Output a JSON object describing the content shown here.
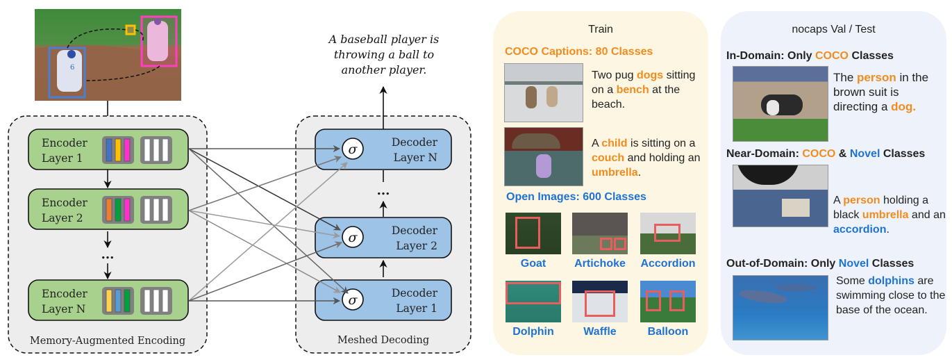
{
  "architecture": {
    "caption_output": [
      "A baseball player is",
      "throwing a ball to",
      "another player."
    ],
    "encoder": {
      "group_label": "Memory-Augmented Encoding",
      "layers": [
        {
          "line1": "Encoder",
          "line2": "Layer 1",
          "region_colors": [
            "#4472c4",
            "#ffc000",
            "#ff33cc"
          ]
        },
        {
          "line1": "Encoder",
          "line2": "Layer 2",
          "region_colors": [
            "#ed7d31",
            "#00a03c",
            "#ff33cc"
          ]
        },
        {
          "line1": "Encoder",
          "line2": "Layer N",
          "region_colors": [
            "#ffd24d",
            "#5b9bd5",
            "#00a03c"
          ]
        }
      ],
      "ellipsis": "..."
    },
    "decoder": {
      "group_label": "Meshed Decoding",
      "layers": [
        {
          "line1": "Decoder",
          "line2": "Layer N"
        },
        {
          "line1": "Decoder",
          "line2": "Layer 2"
        },
        {
          "line1": "Decoder",
          "line2": "Layer 1"
        }
      ],
      "gate_symbol": "σ",
      "ellipsis": "..."
    },
    "colors": {
      "encoder_fill": "#a9d18e",
      "decoder_fill": "#9dc3e6",
      "group_fill": "#ededed",
      "player_box_left": "#4a7fd4",
      "player_box_right": "#ff3fbf",
      "ball_box": "#ffc000"
    },
    "input_image": {
      "description": "baseball field with two players",
      "jersey_number": "6"
    }
  },
  "train_panel": {
    "title": "Train",
    "coco_heading": "COCO Captions: 80 Classes",
    "examples": [
      {
        "segments": [
          [
            "Two pug ",
            false
          ],
          [
            "dogs",
            true
          ],
          [
            " sitting on a ",
            false
          ],
          [
            "bench",
            true
          ],
          [
            " at the beach.",
            false
          ]
        ]
      },
      {
        "segments": [
          [
            "A ",
            false
          ],
          [
            "child",
            true
          ],
          [
            " is sitting on a ",
            false
          ],
          [
            "couch",
            true
          ],
          [
            " and holding an ",
            false
          ],
          [
            "umbrella",
            true
          ],
          [
            ".",
            false
          ]
        ]
      }
    ],
    "open_images_heading": "Open Images: 600 Classes",
    "thumbnails": [
      "Goat",
      "Artichoke",
      "Accordion",
      "Dolphin",
      "Waffle",
      "Balloon"
    ]
  },
  "nocaps_panel": {
    "title": "nocaps Val / Test",
    "sections": [
      {
        "heading": [
          [
            "In-Domain: Only ",
            "dark"
          ],
          [
            "COCO",
            "orange"
          ],
          [
            " Classes",
            "dark"
          ]
        ],
        "caption": [
          [
            "The ",
            "dark"
          ],
          [
            "person",
            "orange"
          ],
          [
            " in the brown suit is directing a ",
            "dark"
          ],
          [
            "dog.",
            "orange"
          ]
        ]
      },
      {
        "heading": [
          [
            "Near-Domain: ",
            "dark"
          ],
          [
            "COCO",
            "orange"
          ],
          [
            " & ",
            "dark"
          ],
          [
            "Novel",
            "blue"
          ],
          [
            " Classes",
            "dark"
          ]
        ],
        "caption": [
          [
            "A ",
            "dark"
          ],
          [
            "person",
            "orange"
          ],
          [
            " holding a black ",
            "dark"
          ],
          [
            "umbrella",
            "orange"
          ],
          [
            " and an ",
            "dark"
          ],
          [
            "accordion",
            "blue"
          ],
          [
            ".",
            "dark"
          ]
        ]
      },
      {
        "heading": [
          [
            "Out-of-Domain:  Only ",
            "dark"
          ],
          [
            "Novel",
            "blue"
          ],
          [
            " Classes",
            "dark"
          ]
        ],
        "caption": [
          [
            "Some ",
            "dark"
          ],
          [
            "dolphins",
            "blue"
          ],
          [
            " are swimming close to the base of the ocean.",
            "dark"
          ]
        ]
      }
    ]
  }
}
